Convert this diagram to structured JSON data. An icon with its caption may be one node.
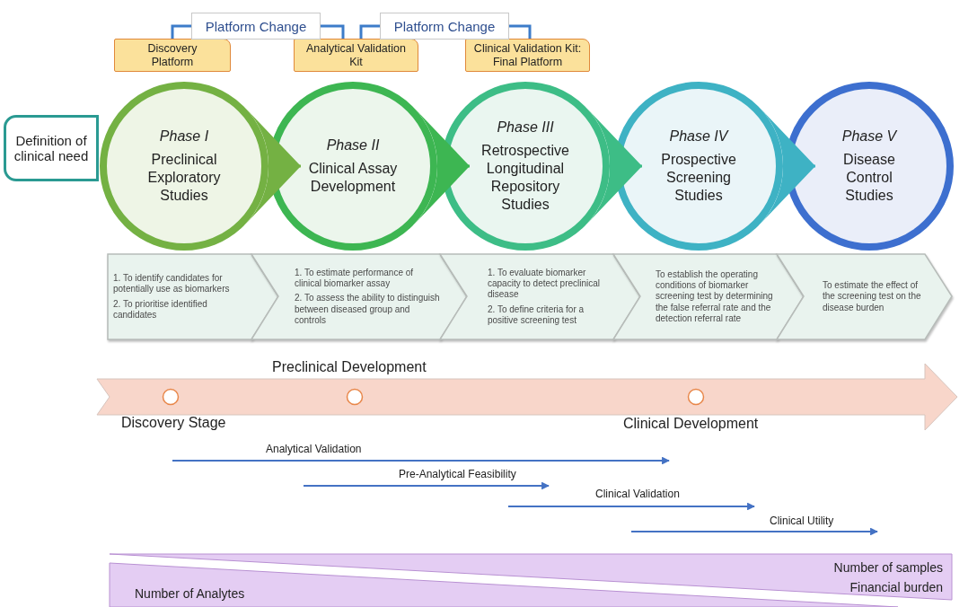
{
  "diagram": {
    "nodes": [
      {
        "text": [
          "Definition of clinical need"
        ]
      },
      {
        "text": [
          "Phase I",
          "Preclinical Exploratory Studies"
        ]
      },
      {
        "text": [
          "Phase II",
          "Clinical Assay Development"
        ]
      },
      {
        "text": [
          "Phase III",
          "Retrospective Longitudinal Repository Studies"
        ]
      },
      {
        "text": [
          "Phase IV",
          "Prospective Screening Studies"
        ]
      },
      {
        "text": [
          "Phase V",
          "Disease Control Studies"
        ]
      },
      {
        "text": [
          "Discovery Platform"
        ]
      },
      {
        "text": [
          "Analytical Validation Kit"
        ]
      },
      {
        "text": [
          "Clinical Validation Kit: Final Platform"
        ]
      },
      {
        "text": [
          "Platform Change"
        ]
      },
      {
        "text": [
          "Platform Change"
        ]
      },
      {
        "text": [
          "1. To identify candidates for potentially use as biomarkers",
          "2. To prioritise identified candidates"
        ]
      },
      {
        "text": [
          "1. To estimate performance of clinical biomarker assay",
          "2. To assess the ability to distinguish between diseased group and controls"
        ]
      },
      {
        "text": [
          "1. To evaluate biomarker capacity to detect preclinical disease",
          "2. To define criteria for a positive screening test"
        ]
      },
      {
        "text": [
          "To establish the operating conditions of biomarker screening test by determining the false referral rate and the detection referral rate"
        ]
      },
      {
        "text": [
          "To estimate the effect of the screening test on the disease burden"
        ]
      }
    ],
    "edges": [
      {
        "from": 1,
        "to": 2,
        "arrow": "to",
        "color": "#74b143"
      },
      {
        "from": 2,
        "to": 3,
        "arrow": "to",
        "color": "#3db652"
      },
      {
        "from": 3,
        "to": 4,
        "arrow": "to",
        "color": "#3dbd86"
      },
      {
        "from": 4,
        "to": 5,
        "arrow": "to",
        "color": "#3eb2c4"
      },
      {
        "from": 6,
        "to": 9,
        "arrow": "none"
      },
      {
        "from": 9,
        "to": 7,
        "arrow": "none"
      },
      {
        "from": 7,
        "to": 10,
        "arrow": "none"
      },
      {
        "from": 10,
        "to": 8,
        "arrow": "none"
      }
    ],
    "labels": [
      "Preclinical Development",
      "Discovery Stage",
      "Clinical Development",
      "Analytical Validation",
      "Pre-Analytical Feasibility",
      "Clinical Validation",
      "Clinical Utility",
      "Number of samples",
      "Financial burden",
      "Number of Analytes"
    ]
  }
}
